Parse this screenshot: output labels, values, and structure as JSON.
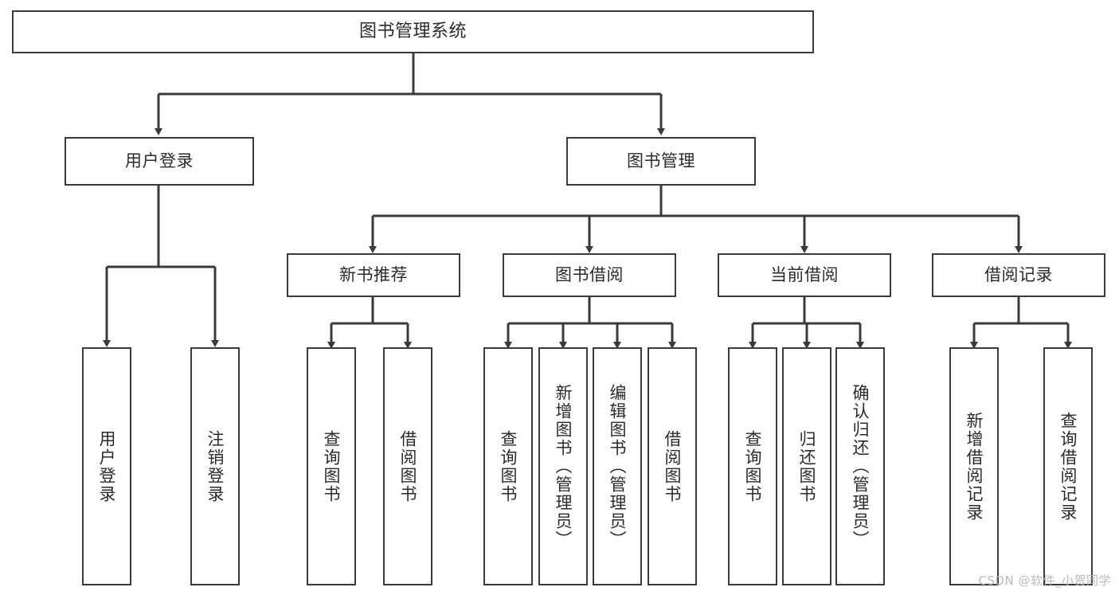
{
  "diagram": {
    "title": "图书管理系统",
    "type": "tree",
    "stroke_color": "#3a3a3a",
    "fill_color": "#ffffff",
    "text_color": "#2b2b2b",
    "root": {
      "label": "图书管理系统"
    },
    "level1": [
      {
        "label": "用户登录"
      },
      {
        "label": "图书管理"
      }
    ],
    "level2": [
      {
        "label": "新书推荐"
      },
      {
        "label": "图书借阅"
      },
      {
        "label": "当前借阅"
      },
      {
        "label": "借阅记录"
      }
    ],
    "leaves": {
      "user_login": [
        {
          "label": "用户登录"
        },
        {
          "label": "注销登录"
        }
      ],
      "new_book_recommend": [
        {
          "label": "查询图书"
        },
        {
          "label": "借阅图书"
        }
      ],
      "book_borrow": [
        {
          "label": "查询图书"
        },
        {
          "label": "新增图书（管理员）"
        },
        {
          "label": "编辑图书（管理员）"
        },
        {
          "label": "借阅图书"
        }
      ],
      "current_borrow": [
        {
          "label": "查询图书"
        },
        {
          "label": "归还图书"
        },
        {
          "label": "确认归还（管理员）"
        }
      ],
      "borrow_record": [
        {
          "label": "新增借阅记录"
        },
        {
          "label": "查询借阅记录"
        }
      ]
    }
  },
  "watermark": {
    "text": "CSDN @软件_小贺同学"
  }
}
